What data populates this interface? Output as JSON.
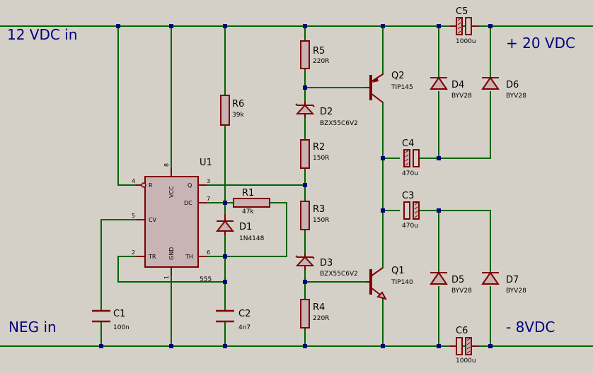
{
  "colors": {
    "background": "#d4d0c8",
    "wire": "#006400",
    "component": "#7f0000",
    "component_fill": "#c8b4b4",
    "junction": "#00007f",
    "net_label": "#00007f",
    "text": "#000000"
  },
  "net_labels": {
    "vin": "12 VDC in",
    "neg_in": "NEG in",
    "out_pos": "+ 20 VDC",
    "out_neg": "- 8VDC"
  },
  "u1": {
    "ref": "U1",
    "value": "555",
    "pin_labels": {
      "r": "R",
      "vcc": "VCC",
      "q": "Q",
      "dc": "DC",
      "cv": "CV",
      "tr": "TR",
      "gnd": "GND",
      "th": "TH"
    },
    "pin_numbers": {
      "r": "4",
      "vcc": "8",
      "q": "3",
      "dc": "7",
      "cv": "5",
      "tr": "2",
      "gnd": "1",
      "th": "6"
    }
  },
  "components": {
    "r1": {
      "ref": "R1",
      "value": "47k"
    },
    "r2": {
      "ref": "R2",
      "value": "150R"
    },
    "r3": {
      "ref": "R3",
      "value": "150R"
    },
    "r4": {
      "ref": "R4",
      "value": "220R"
    },
    "r5": {
      "ref": "R5",
      "value": "220R"
    },
    "r6": {
      "ref": "R6",
      "value": "39k"
    },
    "c1": {
      "ref": "C1",
      "value": "100n"
    },
    "c2": {
      "ref": "C2",
      "value": "4n7"
    },
    "c3": {
      "ref": "C3",
      "value": "470u"
    },
    "c4": {
      "ref": "C4",
      "value": "470u"
    },
    "c5": {
      "ref": "C5",
      "value": "1000u"
    },
    "c6": {
      "ref": "C6",
      "value": "1000u"
    },
    "d1": {
      "ref": "D1",
      "value": "1N4148"
    },
    "d2": {
      "ref": "D2",
      "value": "BZX55C6V2"
    },
    "d3": {
      "ref": "D3",
      "value": "BZX55C6V2"
    },
    "d4": {
      "ref": "D4",
      "value": "BYV28"
    },
    "d5": {
      "ref": "D5",
      "value": "BYV28"
    },
    "d6": {
      "ref": "D6",
      "value": "BYV28"
    },
    "d7": {
      "ref": "D7",
      "value": "BYV28"
    },
    "q1": {
      "ref": "Q1",
      "value": "TIP140"
    },
    "q2": {
      "ref": "Q2",
      "value": "TIP145"
    }
  }
}
